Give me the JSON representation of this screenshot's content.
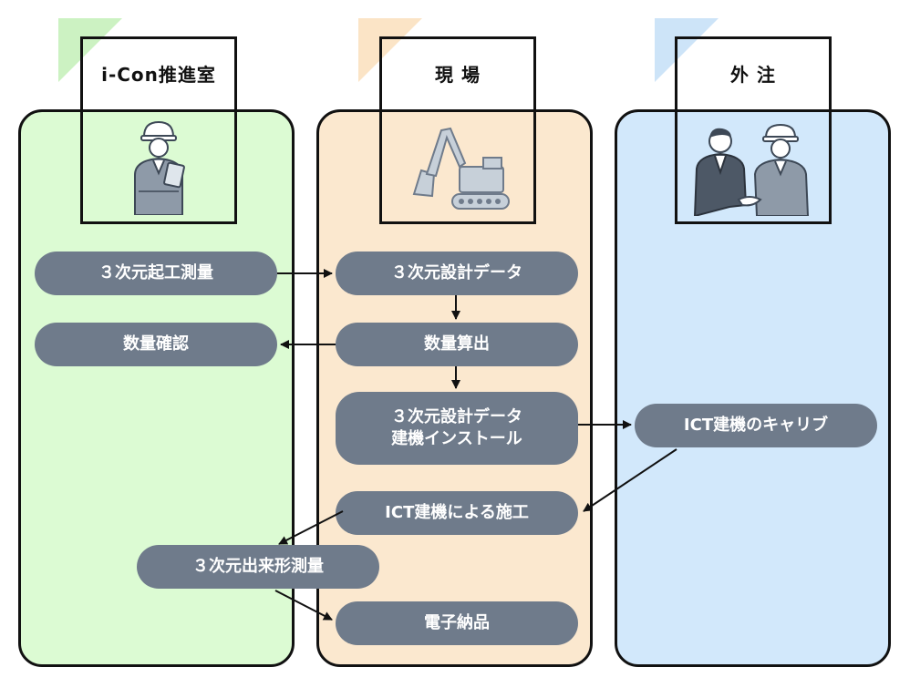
{
  "lanes": {
    "icon": "i-Con推進室",
    "site": "現 場",
    "outsource": "外 注"
  },
  "illustrations": {
    "icon": "worker-with-tablet-icon",
    "site": "excavator-icon",
    "outsource": "handshake-icon"
  },
  "nodes": {
    "survey3d": "３次元起工測量",
    "design_data": "３次元設計データ",
    "qty_confirm": "数量確認",
    "qty_calc": "数量算出",
    "install": "３次元設計データ\n建機インストール",
    "calibration": "ICT建機のキャリブ",
    "construction": "ICT建機による施工",
    "asbuilt": "３次元出来形測量",
    "delivery": "電子納品"
  },
  "colors": {
    "lane_icon": "#dcfbd3",
    "lane_site": "#fbe8cf",
    "lane_outsource": "#d2e8fb",
    "node": "#6f7b8b",
    "arrow": "#111111"
  }
}
